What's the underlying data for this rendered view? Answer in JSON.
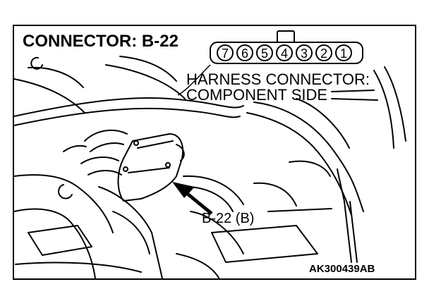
{
  "diagram": {
    "connector_title": "CONNECTOR: B-22",
    "side_label_line1": "HARNESS CONNECTOR:",
    "side_label_line2": "COMPONENT SIDE",
    "callout": "B-22 (B)",
    "figure_id": "AK300439AB",
    "pins": [
      "7",
      "6",
      "5",
      "4",
      "3",
      "2",
      "1"
    ]
  },
  "colors": {
    "line": "#000000",
    "background": "#ffffff"
  }
}
